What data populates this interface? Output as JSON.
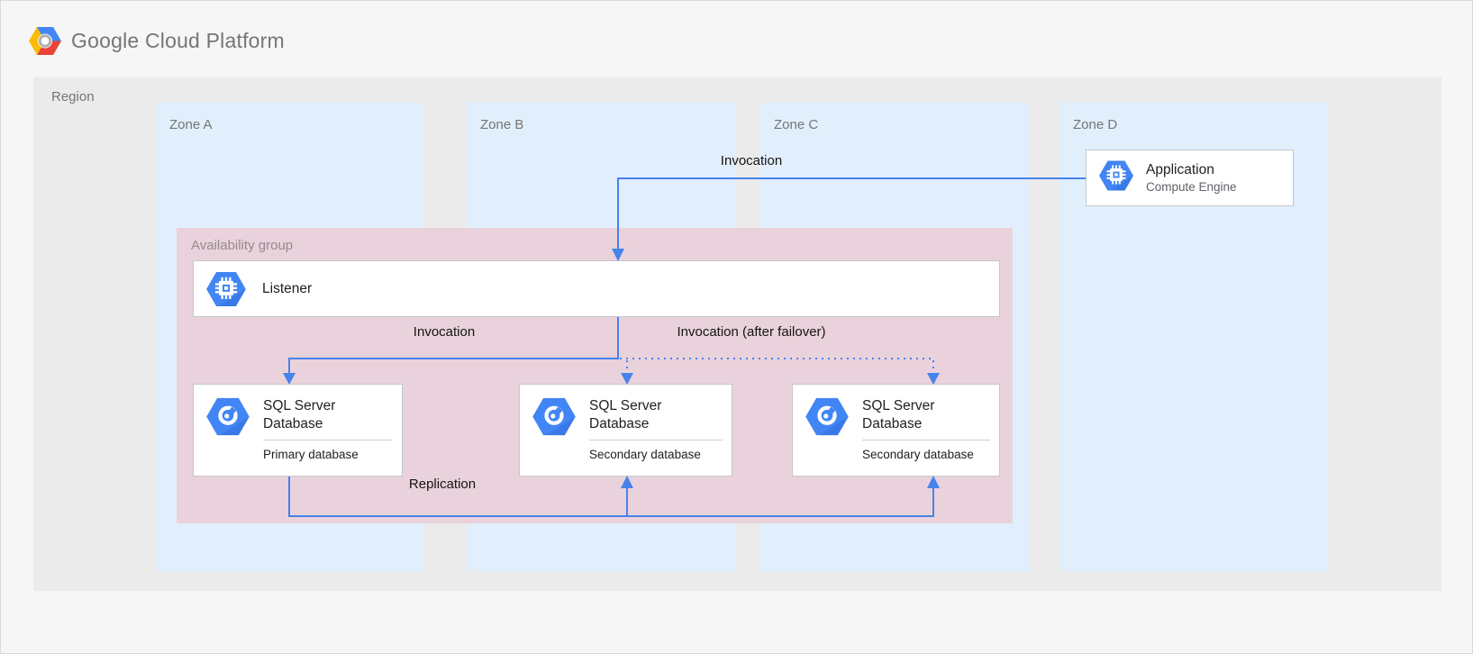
{
  "header": {
    "title": "Google Cloud Platform"
  },
  "region": {
    "label": "Region",
    "zones": [
      {
        "label": "Zone A"
      },
      {
        "label": "Zone B"
      },
      {
        "label": "Zone C"
      },
      {
        "label": "Zone D"
      }
    ]
  },
  "availability_group": {
    "label": "Availability group"
  },
  "nodes": {
    "application": {
      "title": "Application",
      "subtitle": "Compute Engine",
      "icon": "compute-engine-icon"
    },
    "listener": {
      "title": "Listener",
      "icon": "compute-engine-icon"
    },
    "primary_db": {
      "title": "SQL Server Database",
      "subtitle": "Primary database",
      "icon": "cloud-sql-icon"
    },
    "secondary_db_1": {
      "title": "SQL Server Database",
      "subtitle": "Secondary database",
      "icon": "cloud-sql-icon"
    },
    "secondary_db_2": {
      "title": "SQL Server Database",
      "subtitle": "Secondary database",
      "icon": "cloud-sql-icon"
    }
  },
  "edges": {
    "invocation_app_to_listener": "Invocation",
    "invocation_listener_to_primary": "Invocation",
    "invocation_after_failover": "Invocation (after failover)",
    "replication": "Replication"
  },
  "colors": {
    "accent_blue": "#4285f4",
    "arrow_blue": "#4683ea",
    "zone_bg": "#e1effd",
    "region_bg": "#ebebeb",
    "availability_group_bg": "#ead2dc",
    "label_gray": "#757575"
  }
}
